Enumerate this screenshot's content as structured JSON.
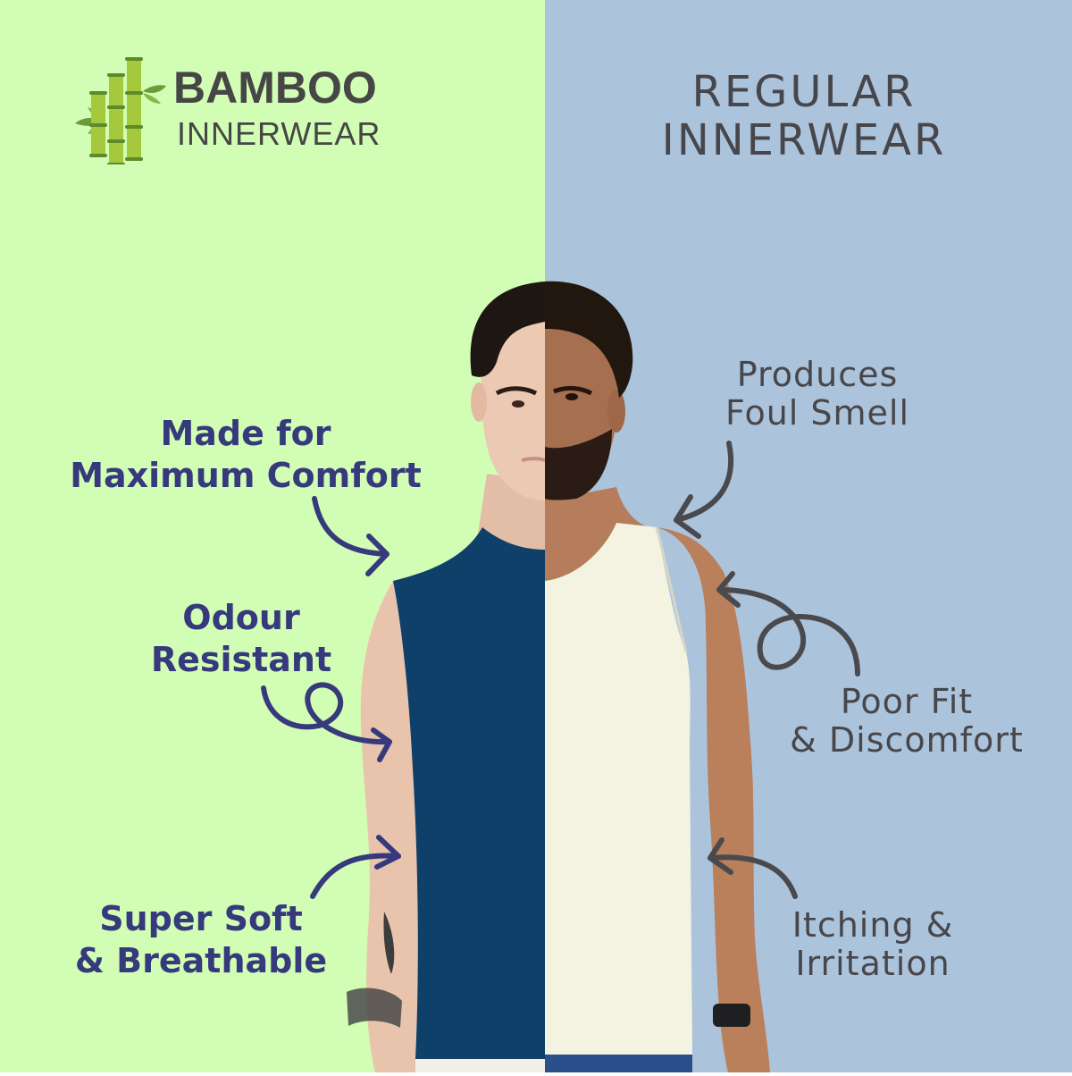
{
  "colors": {
    "left_bg": "#d2fdb4",
    "right_bg": "#acc3dc",
    "positive_text": "#363a7d",
    "negative_text": "#47474b",
    "logo_text": "#464646",
    "bamboo_light": "#a4c93d",
    "bamboo_dark": "#5d8a2a",
    "vest_navy": "#0e4069",
    "vest_cream": "#f4f3e2",
    "skin_left": "#e8c4ad",
    "skin_right": "#b9805b",
    "hair": "#1d1613"
  },
  "logo": {
    "icon": "bamboo-icon",
    "line1": "BAMBOO",
    "line2": "INNERWEAR"
  },
  "right_header": {
    "line1": "REGULAR",
    "line2": "INNERWEAR"
  },
  "benefits": [
    {
      "line1": "Made for",
      "line2": "Maximum Comfort"
    },
    {
      "line1": "Odour",
      "line2": "Resistant"
    },
    {
      "line1": "Super Soft",
      "line2": "& Breathable"
    }
  ],
  "drawbacks": [
    {
      "line1": "Produces",
      "line2": "Foul Smell"
    },
    {
      "line1": "Poor Fit",
      "line2": "& Discomfort"
    },
    {
      "line1": "Itching &",
      "line2": "Irritation"
    }
  ]
}
